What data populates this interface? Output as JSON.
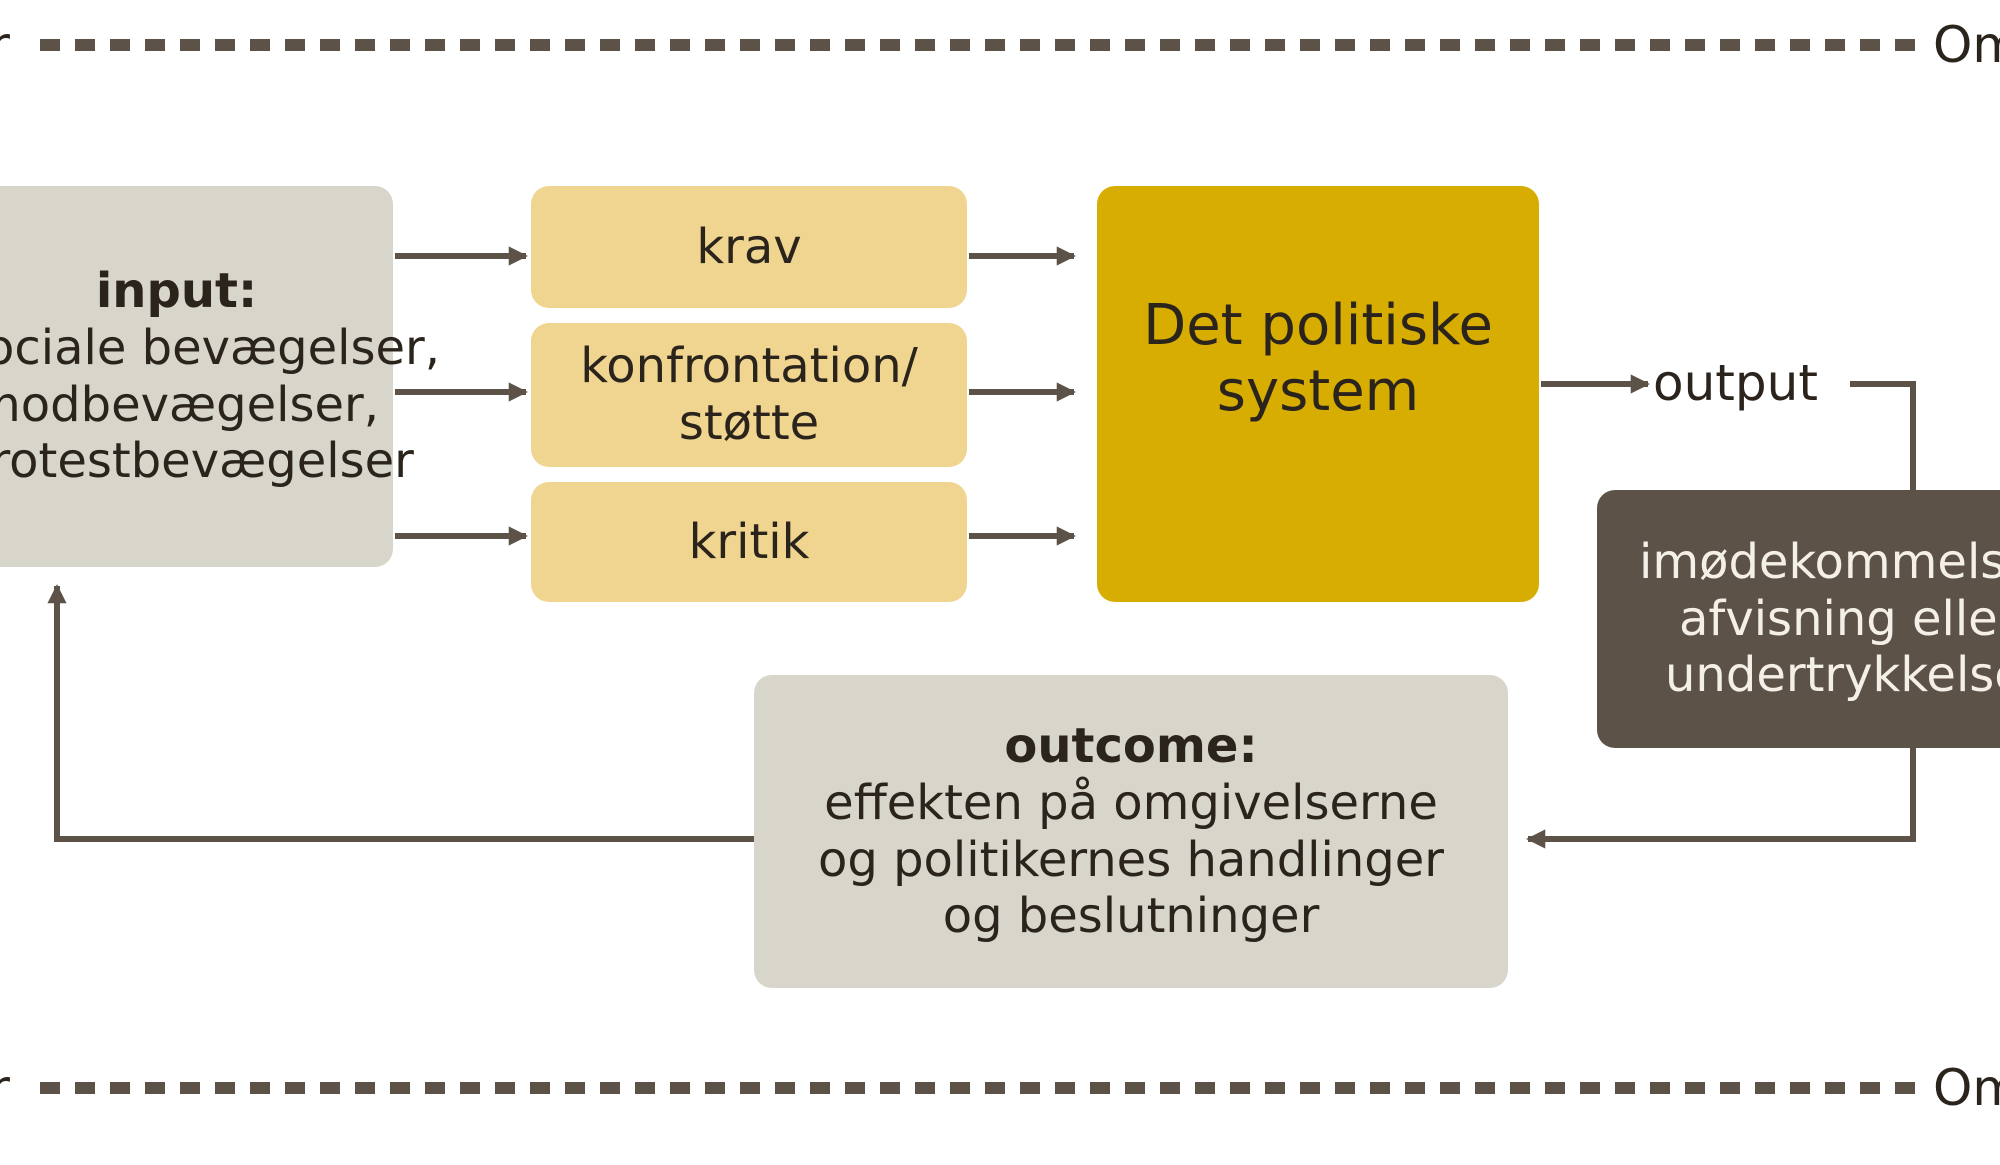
{
  "input": {
    "title": "input:",
    "lines": [
      "sociale bevægelser,",
      "modbevægelser,",
      "protestbevægelser"
    ]
  },
  "steps": [
    "krav",
    "konfrontation/\nstøtte",
    "kritik"
  ],
  "system": {
    "lines": [
      "Det politiske",
      "system"
    ]
  },
  "output_label": "output",
  "response": {
    "lines": [
      "imødekommelse,",
      "afvisning eller",
      "undertrykkelse"
    ]
  },
  "outcome": {
    "title": "outcome:",
    "lines": [
      "effekten på omgivelserne",
      "og politikernes handlinger",
      "og beslutninger"
    ]
  },
  "boundary": {
    "left_label": "Omgivelser",
    "right_label": "Omgivelser"
  },
  "colors": {
    "input_fill": "#d8d6cb",
    "step_fill": "#efd58f",
    "system_fill": "#d6ad00",
    "response_fill": "#5c5248",
    "outcome_fill": "#d8d6cb",
    "line": "#5c5248"
  }
}
